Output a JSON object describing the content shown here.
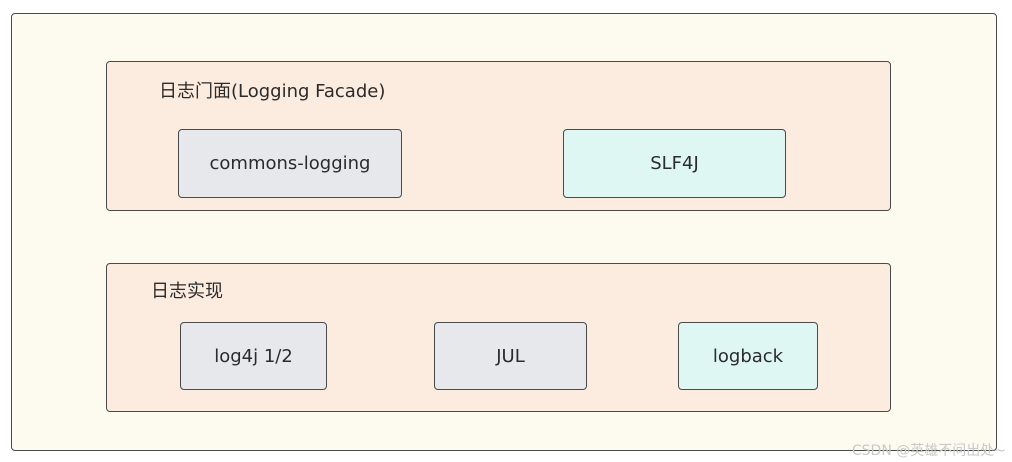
{
  "diagram": {
    "groups": [
      {
        "title": "日志门面(Logging Facade)",
        "items": [
          {
            "label": "commons-logging",
            "color": "#e6e8eb"
          },
          {
            "label": "SLF4J",
            "color": "#def7f3"
          }
        ]
      },
      {
        "title": "日志实现",
        "items": [
          {
            "label": "log4j 1/2",
            "color": "#e6e8eb"
          },
          {
            "label": "JUL",
            "color": "#e6e8eb"
          },
          {
            "label": "logback",
            "color": "#def7f3"
          }
        ]
      }
    ],
    "colors": {
      "outer_background": "#fdfaf0",
      "group_background": "#fcebdf",
      "border": "#4a4a4a"
    }
  },
  "watermark": "CSDN @英雄不问出处~"
}
